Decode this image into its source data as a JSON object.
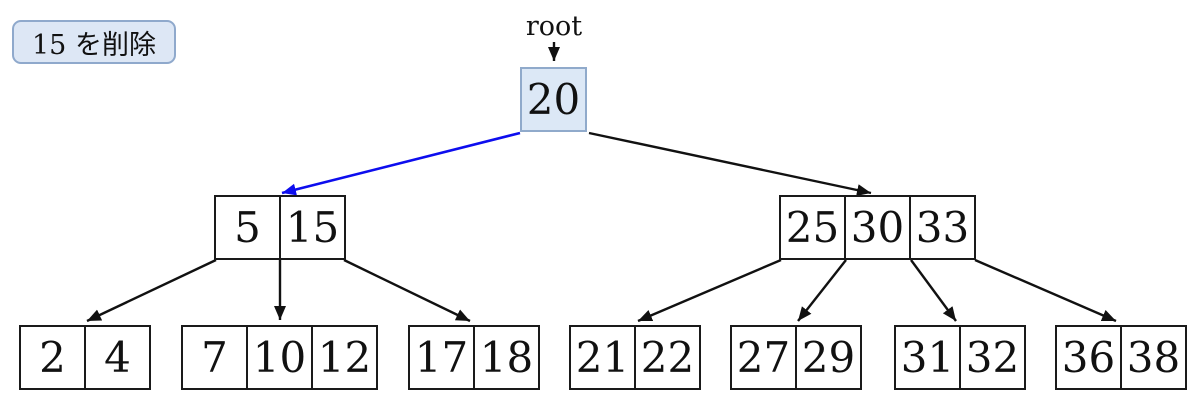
{
  "annotation": {
    "label": "15 を削除"
  },
  "root_pointer_label": "root",
  "nodes": {
    "root": {
      "keys": [
        "20"
      ]
    },
    "left": {
      "keys": [
        "5",
        "15"
      ]
    },
    "right": {
      "keys": [
        "25",
        "30",
        "33"
      ]
    },
    "leaf1": {
      "keys": [
        "2",
        "4"
      ]
    },
    "leaf2": {
      "keys": [
        "7",
        "10",
        "12"
      ]
    },
    "leaf3": {
      "keys": [
        "17",
        "18"
      ]
    },
    "leaf4": {
      "keys": [
        "21",
        "22"
      ]
    },
    "leaf5": {
      "keys": [
        "27",
        "29"
      ]
    },
    "leaf6": {
      "keys": [
        "31",
        "32"
      ]
    },
    "leaf7": {
      "keys": [
        "36",
        "38"
      ]
    }
  },
  "colors": {
    "edge": "#111111",
    "highlight_edge": "#0d0dee",
    "root_fill": "#dce8f6",
    "root_border": "#90aacb",
    "callout_fill": "#dde7f5",
    "callout_border": "#8fa9cc",
    "node_border": "#1a1a1a"
  }
}
